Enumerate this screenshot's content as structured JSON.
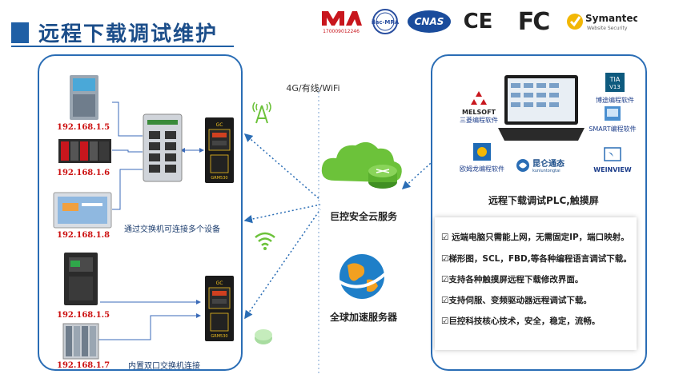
{
  "header": {
    "title": "远程下载调试维护",
    "certs": [
      {
        "name": "cma",
        "label": "CMA",
        "sub": "170009012246"
      },
      {
        "name": "ilac-mra",
        "label": "ilac-MRA"
      },
      {
        "name": "cnas",
        "label": "CNAS"
      },
      {
        "name": "ce",
        "label": "CE"
      },
      {
        "name": "fc",
        "label": "FC"
      },
      {
        "name": "symantec",
        "label": "Symantec",
        "sub": "Website Security"
      }
    ]
  },
  "left_panel": {
    "devices_top": [
      {
        "ip": "192.168.1.5"
      },
      {
        "ip": "192.168.1.6"
      },
      {
        "ip": "192.168.1.8"
      }
    ],
    "devices_bottom": [
      {
        "ip": "192.168.1.5"
      },
      {
        "ip": "192.168.1.7"
      }
    ],
    "switch_label": "通过交换机可连接多个设备",
    "dual_port_label": "内置双口交换机连接",
    "gateway_top": {
      "brand": "GC",
      "model": "GRM530"
    },
    "gateway_bottom": {
      "brand": "GC",
      "model": "GRM530"
    }
  },
  "center": {
    "network_label": "4G/有线/WiFi",
    "cloud_label": "巨控安全云服务",
    "global_label": "全球加速服务器"
  },
  "right_panel": {
    "software": [
      {
        "name": "MELSOFT",
        "caption": "三菱编程软件"
      },
      {
        "name": "TIA V13",
        "caption": "博途编程软件"
      },
      {
        "name": "SMART",
        "caption": "SMART编程软件"
      },
      {
        "name": "omron",
        "caption": "欧姆龙编程软件"
      },
      {
        "name": "kunlun",
        "caption": "昆仑通态",
        "sub": "kunluntongtai"
      },
      {
        "name": "weinview",
        "caption": "WEINVIEW"
      }
    ],
    "heading": "远程下载调试PLC,触摸屏",
    "features": [
      "☑ 远端电脑只需能上网，无需固定IP，端口映射。",
      "☑梯形图，SCL，FBD,等各种编程语言调试下载。",
      "☑支持各种触摸屏远程下载修改界面。",
      "☑支持伺服、变频驱动器远程调试下载。",
      "☑巨控科技核心技术，安全，稳定，流畅。"
    ]
  },
  "colors": {
    "accent": "#1f5fa5",
    "ip_red": "#cc1010",
    "panel_border": "#2a6db5",
    "cloud_green": "#6cc23a"
  }
}
